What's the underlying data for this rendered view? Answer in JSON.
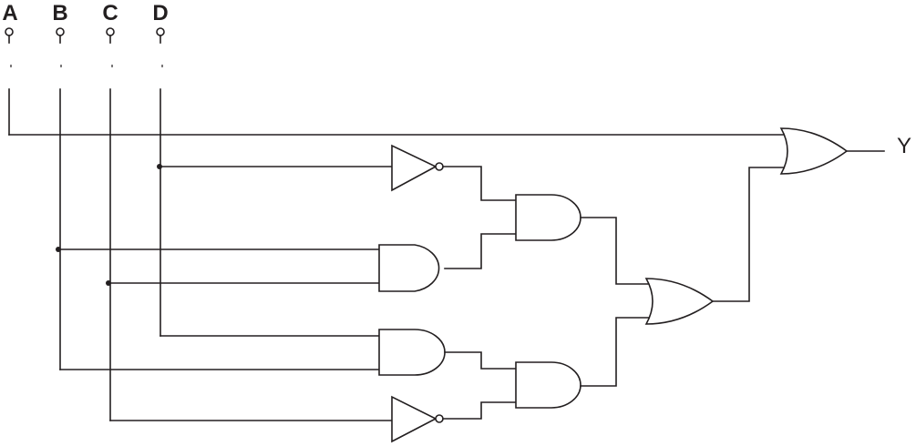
{
  "diagram": {
    "inputs": [
      {
        "id": "A",
        "label": "A"
      },
      {
        "id": "B",
        "label": "B"
      },
      {
        "id": "C",
        "label": "C"
      },
      {
        "id": "D",
        "label": "D"
      }
    ],
    "output": {
      "id": "Y",
      "label": "Y"
    },
    "gates": [
      {
        "id": "not1",
        "type": "NOT",
        "input": "D"
      },
      {
        "id": "and1",
        "type": "AND",
        "inputs": [
          "B",
          "C"
        ]
      },
      {
        "id": "and2",
        "type": "AND",
        "inputs": [
          "not1",
          "and1"
        ]
      },
      {
        "id": "and3",
        "type": "AND",
        "inputs": [
          "D",
          "B"
        ]
      },
      {
        "id": "not2",
        "type": "NOT",
        "input": "C"
      },
      {
        "id": "and4",
        "type": "AND",
        "inputs": [
          "and3",
          "not2"
        ]
      },
      {
        "id": "or1",
        "type": "OR",
        "inputs": [
          "and2",
          "and4"
        ]
      },
      {
        "id": "or2",
        "type": "OR",
        "inputs": [
          "A",
          "or1"
        ]
      }
    ],
    "colors": {
      "line": "#231f20",
      "background": "#ffffff"
    }
  }
}
